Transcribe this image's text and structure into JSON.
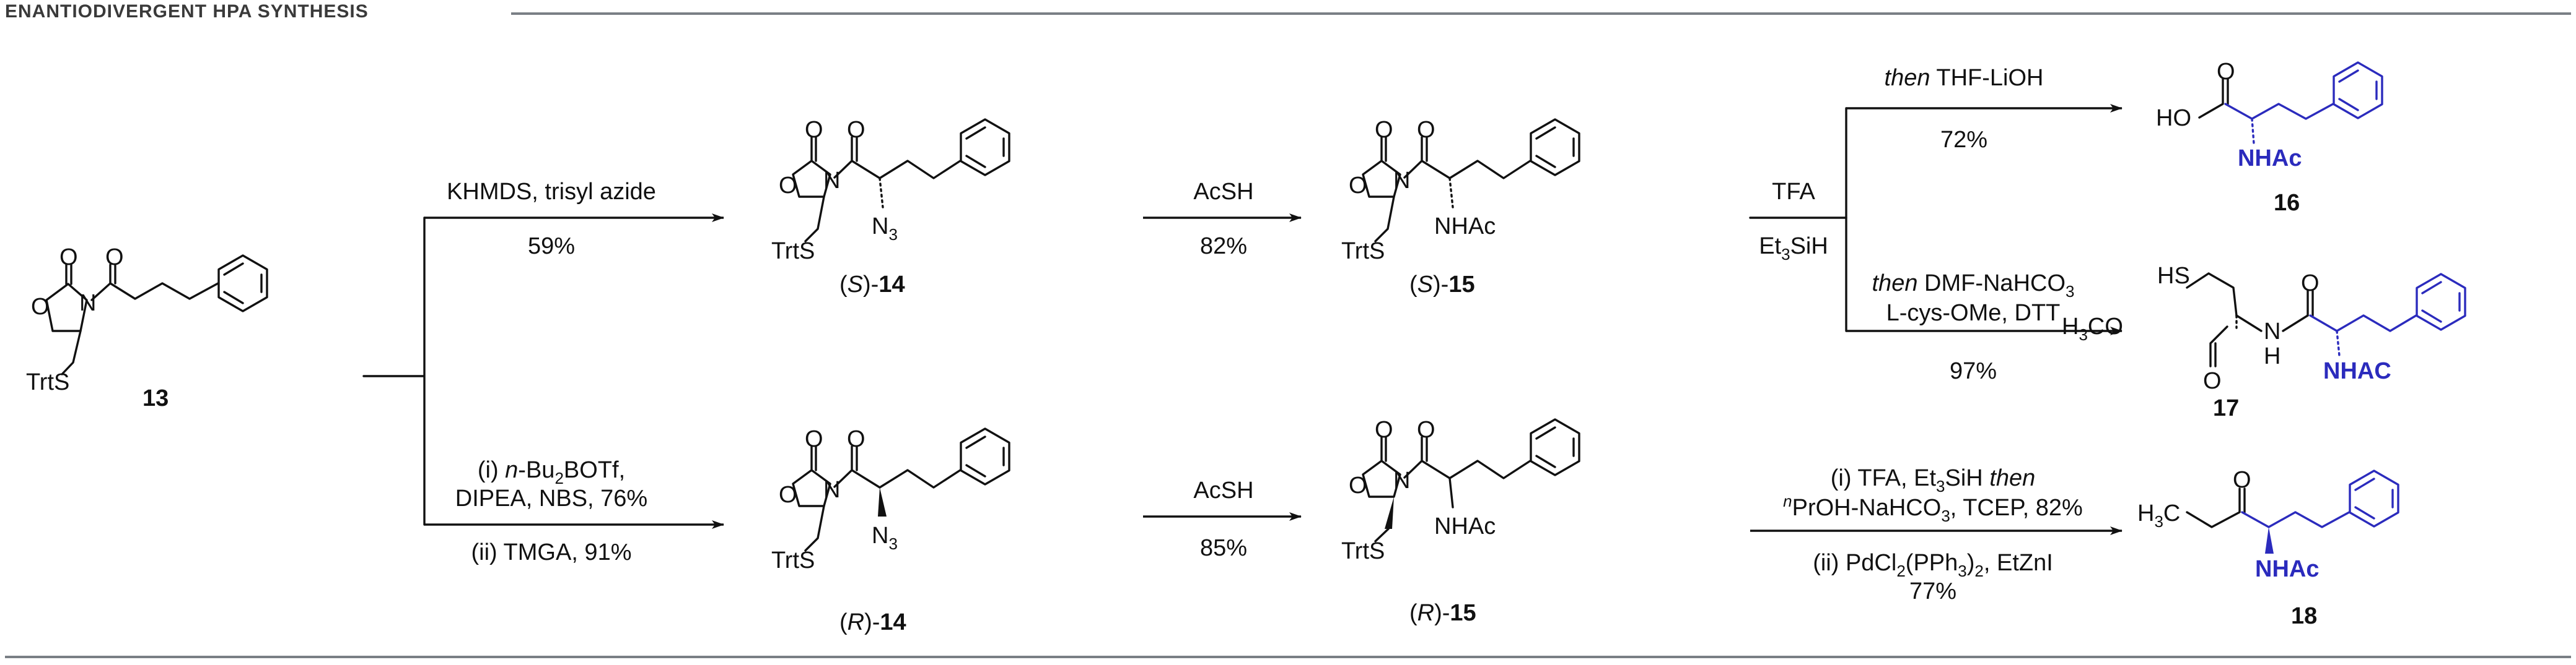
{
  "title": "ENANTIODIVERGENT HPA SYNTHESIS",
  "colors": {
    "ink": "#111111",
    "accent": "#2b2bbd",
    "rule": "#7a7f85",
    "title": "#3a3a3a"
  },
  "compounds": {
    "c13": {
      "label": "13",
      "trt": "TrtS"
    },
    "s14": {
      "prefix": "(",
      "stereo": "S",
      "suffix": ")-",
      "num": "14",
      "trt": "TrtS",
      "n3": "N",
      "n3sub": "3"
    },
    "s15": {
      "prefix": "(",
      "stereo": "S",
      "suffix": ")-",
      "num": "15",
      "trt": "TrtS",
      "nhac": "NHAc"
    },
    "r14": {
      "prefix": "(",
      "stereo": "R",
      "suffix": ")-",
      "num": "14",
      "trt": "TrtS",
      "n3": "N",
      "n3sub": "3"
    },
    "r15": {
      "prefix": "(",
      "stereo": "R",
      "suffix": ")-",
      "num": "15",
      "trt": "TrtS",
      "nhac": "NHAc"
    },
    "c16": {
      "label": "16",
      "ho": "HO",
      "o": "O",
      "nhac": "NHAc"
    },
    "c17": {
      "label": "17",
      "hs": "HS",
      "meo": "H3CO",
      "nh": "H",
      "n": "N",
      "nhac": "NHAC"
    },
    "c18": {
      "label": "18",
      "ch3": "H3C",
      "o": "O",
      "nhac": "NHAc"
    }
  },
  "conditions": {
    "upper_a_top": "KHMDS, trisyl azide",
    "upper_a_yield": "59%",
    "lower_a_top1_pre": "(i) ",
    "lower_a_top1_it": "n",
    "lower_a_top1_mid": "-Bu",
    "lower_a_top1_sub": "2",
    "lower_a_top1_post": "BOTf,",
    "lower_a_top2": "DIPEA, NBS, 76%",
    "lower_a_bottom": "(ii) TMGA, 91%",
    "upper_b_top": "AcSH",
    "upper_b_yield": "82%",
    "lower_b_top": "AcSH",
    "lower_b_yield": "85%",
    "tfa": "TFA",
    "et3sih": "Et",
    "et3sih_sub": "3",
    "et3sih_post": "SiH",
    "then1_it": "then",
    "then1": " THF-LiOH",
    "yield16": "72%",
    "then2_it": "then",
    "then2": " DMF-NaHCO",
    "then2_sub": "3",
    "cys": "L-cys-OMe, DTT",
    "yield17": "97%",
    "r3_i_pre": "(i) TFA, Et",
    "r3_i_sub": "3",
    "r3_i_mid": "SiH ",
    "r3_i_it": "then",
    "r3_i2_sup": "n",
    "r3_i2": "PrOH-NaHCO",
    "r3_i2_sub": "3",
    "r3_i2_post": ", TCEP, 82%",
    "r3_ii_pre": "(ii) PdCl",
    "r3_ii_sub1": "2",
    "r3_ii_mid": "(PPh",
    "r3_ii_sub2": "3",
    "r3_ii_mid2": ")",
    "r3_ii_sub3": "2",
    "r3_ii_post": ", EtZnI",
    "r3_ii_yield": "77%"
  }
}
